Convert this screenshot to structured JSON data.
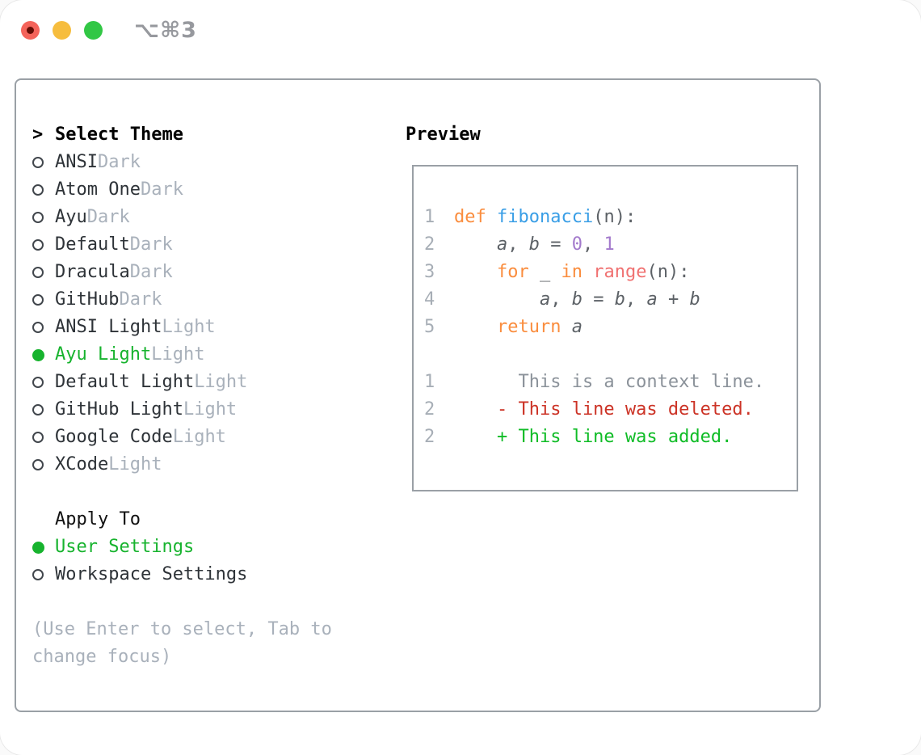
{
  "window": {
    "title": "⌥⌘3"
  },
  "theme_selector": {
    "cursor": ">",
    "heading": "Select Theme",
    "items": [
      {
        "name": "ANSI",
        "variant": "Dark",
        "selected": false
      },
      {
        "name": "Atom One",
        "variant": "Dark",
        "selected": false
      },
      {
        "name": "Ayu",
        "variant": "Dark",
        "selected": false
      },
      {
        "name": "Default",
        "variant": "Dark",
        "selected": false
      },
      {
        "name": "Dracula",
        "variant": "Dark",
        "selected": false
      },
      {
        "name": "GitHub",
        "variant": "Dark",
        "selected": false
      },
      {
        "name": "ANSI Light",
        "variant": "Light",
        "selected": false
      },
      {
        "name": "Ayu Light",
        "variant": "Light",
        "selected": true
      },
      {
        "name": "Default Light",
        "variant": "Light",
        "selected": false
      },
      {
        "name": "GitHub Light",
        "variant": "Light",
        "selected": false
      },
      {
        "name": "Google Code",
        "variant": "Light",
        "selected": false
      },
      {
        "name": "XCode",
        "variant": "Light",
        "selected": false
      }
    ]
  },
  "apply_to": {
    "heading": "Apply To",
    "options": [
      {
        "label": "User Settings",
        "selected": true
      },
      {
        "label": "Workspace Settings",
        "selected": false
      }
    ]
  },
  "hint": "(Use Enter to select, Tab to change focus)",
  "preview": {
    "heading": "Preview",
    "code_lines": [
      {
        "num": "1",
        "tokens": [
          {
            "text": "def",
            "type": "keyword"
          },
          {
            "text": " ",
            "type": "plain"
          },
          {
            "text": "fibonacci",
            "type": "function"
          },
          {
            "text": "(n):",
            "type": "plain"
          }
        ]
      },
      {
        "num": "2",
        "tokens": [
          {
            "text": "    ",
            "type": "plain"
          },
          {
            "text": "a",
            "type": "variable"
          },
          {
            "text": ", ",
            "type": "plain"
          },
          {
            "text": "b",
            "type": "variable"
          },
          {
            "text": " = ",
            "type": "plain"
          },
          {
            "text": "0",
            "type": "number"
          },
          {
            "text": ", ",
            "type": "plain"
          },
          {
            "text": "1",
            "type": "number"
          }
        ]
      },
      {
        "num": "3",
        "tokens": [
          {
            "text": "    ",
            "type": "plain"
          },
          {
            "text": "for",
            "type": "keyword"
          },
          {
            "text": " _ ",
            "type": "plain"
          },
          {
            "text": "in",
            "type": "keyword"
          },
          {
            "text": " ",
            "type": "plain"
          },
          {
            "text": "range",
            "type": "builtin"
          },
          {
            "text": "(n):",
            "type": "plain"
          }
        ]
      },
      {
        "num": "4",
        "tokens": [
          {
            "text": "        ",
            "type": "plain"
          },
          {
            "text": "a",
            "type": "variable"
          },
          {
            "text": ", ",
            "type": "plain"
          },
          {
            "text": "b",
            "type": "variable"
          },
          {
            "text": " = ",
            "type": "plain"
          },
          {
            "text": "b",
            "type": "variable"
          },
          {
            "text": ", ",
            "type": "plain"
          },
          {
            "text": "a",
            "type": "variable"
          },
          {
            "text": " + ",
            "type": "plain"
          },
          {
            "text": "b",
            "type": "variable"
          }
        ]
      },
      {
        "num": "5",
        "tokens": [
          {
            "text": "    ",
            "type": "plain"
          },
          {
            "text": "return",
            "type": "keyword"
          },
          {
            "text": " ",
            "type": "plain"
          },
          {
            "text": "a",
            "type": "variable"
          }
        ]
      }
    ],
    "diff_lines": [
      {
        "num": "1",
        "type": "context",
        "text": "      This is a context line."
      },
      {
        "num": "2",
        "type": "deleted",
        "text": "    - This line was deleted."
      },
      {
        "num": "2",
        "type": "added",
        "text": "    + This line was added."
      }
    ]
  },
  "colors": {
    "panel_border": "#9aa0a6",
    "title_gray": "#97999e",
    "item_text": "#2e3338",
    "muted": "#a9b1bb",
    "circle": "#41464c",
    "selected_green": "#17b32e",
    "traffic_red": "#f4635a",
    "traffic_red_dot": "#640c04",
    "traffic_yellow": "#f6bd3e",
    "traffic_green": "#32c745",
    "line_number": "#a7aeb6",
    "syntax": {
      "keyword": "#fa8d3e",
      "function": "#399ee6",
      "builtin": "#f07171",
      "number": "#a37acc",
      "plain": "#5c6166",
      "variable": "#5c6166",
      "context": "#8b929a",
      "deleted": "#cc3326",
      "added": "#0fbc26"
    }
  }
}
